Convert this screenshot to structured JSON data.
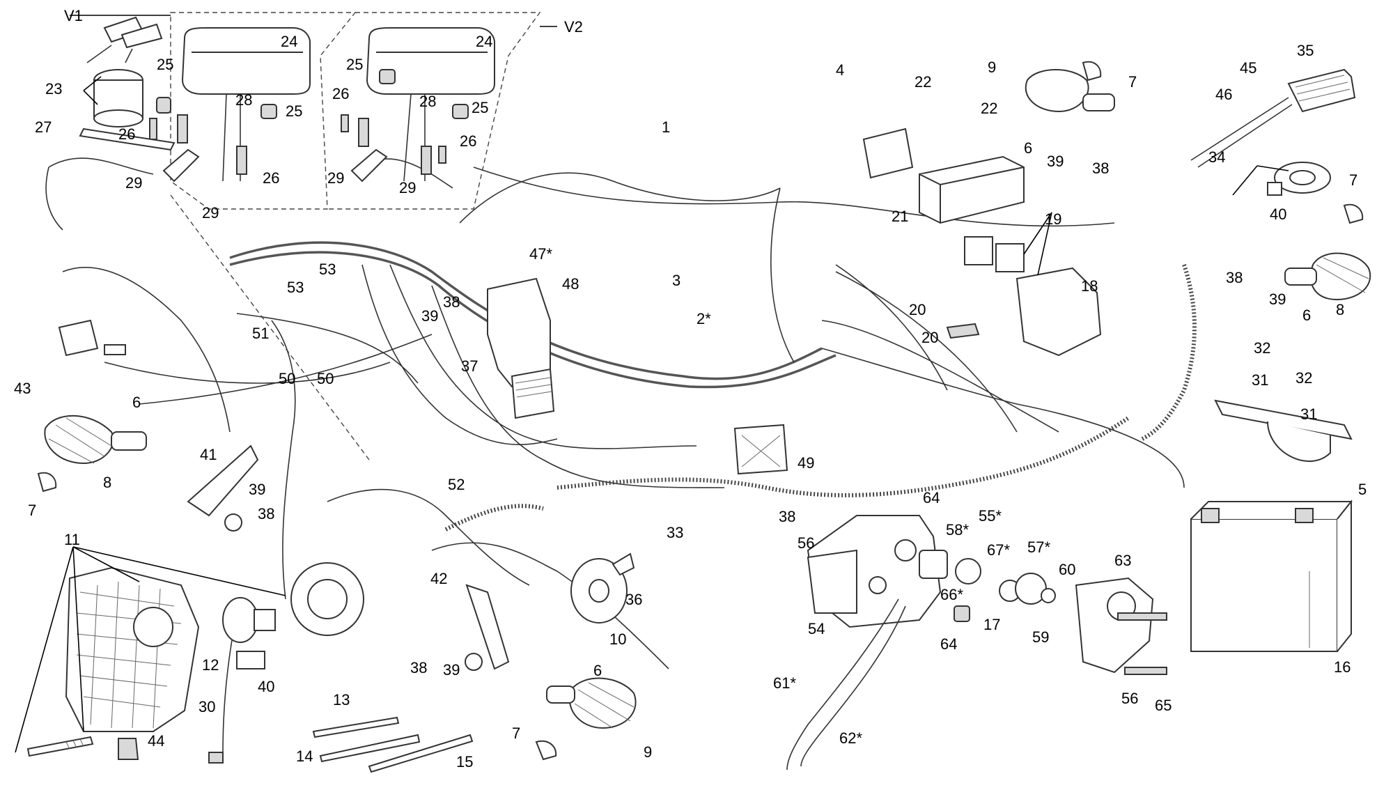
{
  "colors": {
    "line": "#333333",
    "fill": "#d9d9d9",
    "background": "#ffffff"
  },
  "variants": {
    "v1": "V1",
    "v2": "V2"
  },
  "callouts": {
    "c1": "1",
    "c2": "2*",
    "c3": "3",
    "c4": "4",
    "c5": "5",
    "c6a": "6",
    "c6b": "6",
    "c6c": "6",
    "c6d": "6",
    "c7a": "7",
    "c7b": "7",
    "c7c": "7",
    "c7d": "7",
    "c8a": "8",
    "c8b": "8",
    "c9a": "9",
    "c9b": "9",
    "c10": "10",
    "c11": "11",
    "c12": "12",
    "c13": "13",
    "c14": "14",
    "c15": "15",
    "c16": "16",
    "c17": "17",
    "c18": "18",
    "c19": "19",
    "c20a": "20",
    "c20b": "20",
    "c21": "21",
    "c22a": "22",
    "c22b": "22",
    "c23": "23",
    "c24a": "24",
    "c24b": "24",
    "c25a": "25",
    "c25b": "25",
    "c25c": "25",
    "c25d": "25",
    "c26a": "26",
    "c26b": "26",
    "c26c": "26",
    "c26d": "26",
    "c27": "27",
    "c28a": "28",
    "c28b": "28",
    "c29a": "29",
    "c29b": "29",
    "c29c": "29",
    "c29d": "29",
    "c30": "30",
    "c31a": "31",
    "c31b": "31",
    "c32a": "32",
    "c32b": "32",
    "c33": "33",
    "c34": "34",
    "c35": "35",
    "c36": "36",
    "c37": "37",
    "c38a": "38",
    "c38b": "38",
    "c38c": "38",
    "c38d": "38",
    "c38e": "38",
    "c38f": "38",
    "c39a": "39",
    "c39b": "39",
    "c39c": "39",
    "c39d": "39",
    "c39e": "39",
    "c40a": "40",
    "c40b": "40",
    "c41": "41",
    "c42": "42",
    "c43": "43",
    "c44": "44",
    "c45": "45",
    "c46": "46",
    "c47": "47*",
    "c48": "48",
    "c49": "49",
    "c50a": "50",
    "c50b": "50",
    "c51": "51",
    "c52": "52",
    "c53a": "53",
    "c53b": "53",
    "c54": "54",
    "c55": "55*",
    "c56a": "56",
    "c56b": "56",
    "c57": "57*",
    "c58": "58*",
    "c59": "59",
    "c60": "60",
    "c61": "61*",
    "c62": "62*",
    "c63": "63",
    "c64a": "64",
    "c64b": "64",
    "c65": "65",
    "c66": "66*",
    "c67": "67*"
  }
}
